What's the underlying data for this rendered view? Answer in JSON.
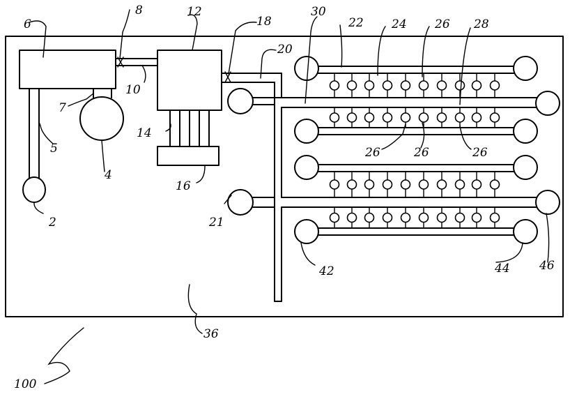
{
  "figure": {
    "type": "patent-schematic",
    "labels": {
      "n2": "2",
      "n4": "4",
      "n5": "5",
      "n6": "6",
      "n7": "7",
      "n8": "8",
      "n10": "10",
      "n12": "12",
      "n14": "14",
      "n16": "16",
      "n18": "18",
      "n20": "20",
      "n21": "21",
      "n22": "22",
      "n24": "24",
      "n26a": "26",
      "n26b": "26",
      "n26c": "26",
      "n26d": "26",
      "n28": "28",
      "n30": "30",
      "n36": "36",
      "n42": "42",
      "n44": "44",
      "n46": "46",
      "n100": "100"
    }
  }
}
